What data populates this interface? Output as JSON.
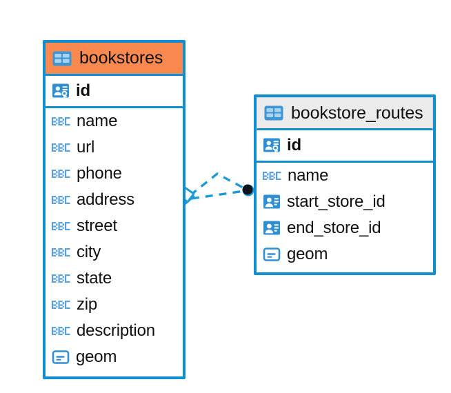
{
  "diagram": {
    "background_color": "#ffffff",
    "accent_color": "#0f8fd0",
    "selected_header_color": "#f9894e",
    "unselected_header_color": "#ebebeb",
    "icon_blue": "#3b95d6",
    "abc_icon_color": "#5a9fd4",
    "connector_color": "#1f9ad6",
    "endpoint_color": "#10141c"
  },
  "entities": [
    {
      "name": "bookstores",
      "selected": true,
      "title_icon": "table-icon",
      "primary_key": {
        "label": "id",
        "icon": "primary-key-icon"
      },
      "fields": [
        {
          "label": "name",
          "icon": "abc-text-icon"
        },
        {
          "label": "url",
          "icon": "abc-text-icon"
        },
        {
          "label": "phone",
          "icon": "abc-text-icon"
        },
        {
          "label": "address",
          "icon": "abc-text-icon"
        },
        {
          "label": "street",
          "icon": "abc-text-icon"
        },
        {
          "label": "city",
          "icon": "abc-text-icon"
        },
        {
          "label": "state",
          "icon": "abc-text-icon"
        },
        {
          "label": "zip",
          "icon": "abc-text-icon"
        },
        {
          "label": "description",
          "icon": "abc-text-icon"
        },
        {
          "label": "geom",
          "icon": "geometry-icon"
        }
      ]
    },
    {
      "name": "bookstore_routes",
      "selected": false,
      "title_icon": "table-icon",
      "primary_key": {
        "label": "id",
        "icon": "primary-key-icon"
      },
      "fields": [
        {
          "label": "name",
          "icon": "abc-text-icon"
        },
        {
          "label": "start_store_id",
          "icon": "foreign-key-icon"
        },
        {
          "label": "end_store_id",
          "icon": "foreign-key-icon"
        },
        {
          "label": "geom",
          "icon": "geometry-icon"
        }
      ]
    }
  ],
  "relationship": {
    "style": "dashed",
    "source_marker": "crows-foot-diamond",
    "target_marker": "filled-circle"
  }
}
